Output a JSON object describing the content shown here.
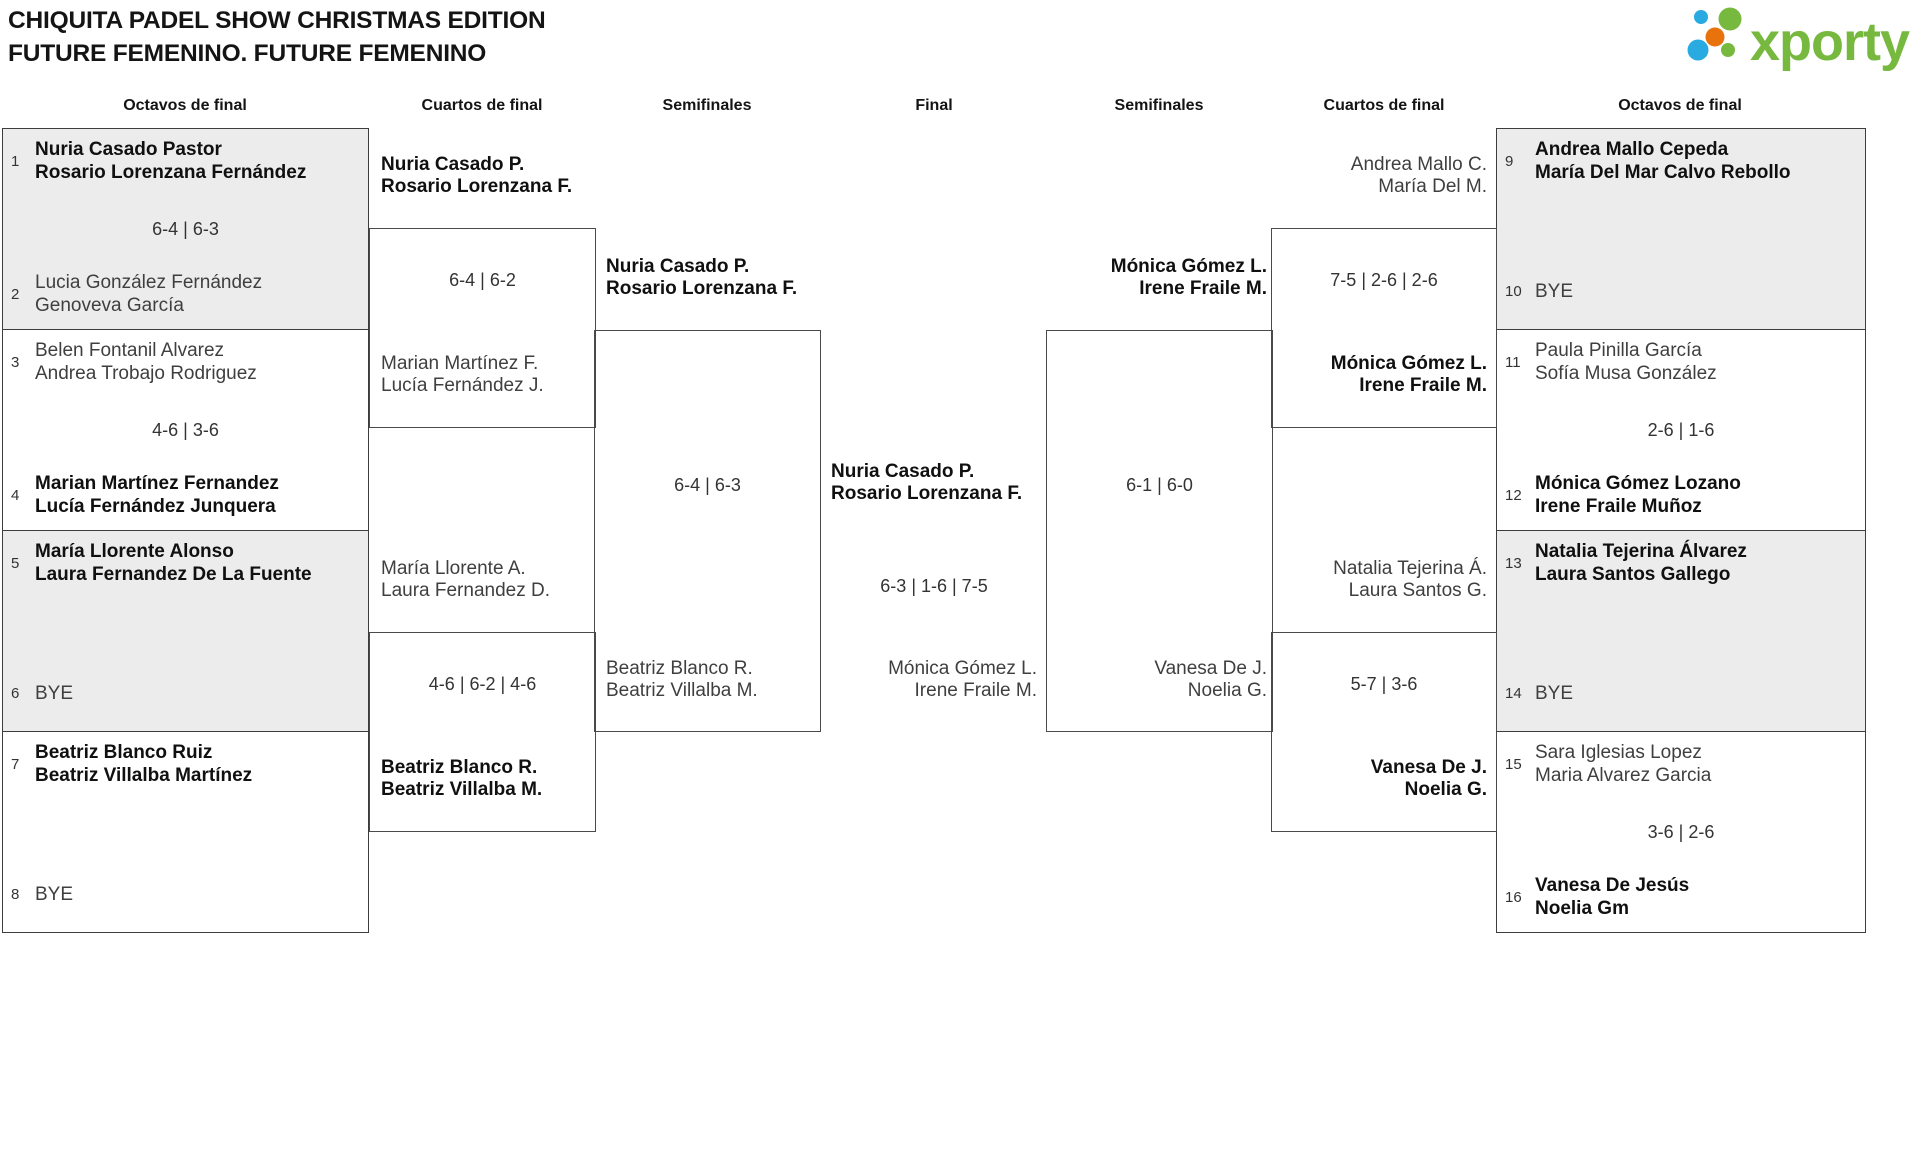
{
  "meta": {
    "title_line1": "CHIQUITA PADEL SHOW CHRISTMAS EDITION",
    "title_line2": "FUTURE FEMENINO. FUTURE FEMENINO"
  },
  "logo": {
    "brand": "xporty",
    "green": "#76b93e",
    "blue": "#29abe2",
    "orange": "#e8720c"
  },
  "headers": {
    "c1": "Octavos de final",
    "c2": "Cuartos de final",
    "c3": "Semifinales",
    "c4": "Final",
    "c5": "Semifinales",
    "c6": "Cuartos de final",
    "c7": "Octavos de final"
  },
  "r16_left": {
    "m1": {
      "seed_a": "1",
      "a1": "Nuria Casado Pastor",
      "a2": "Rosario Lorenzana Fernández",
      "score": "6-4 | 6-3",
      "seed_b": "2",
      "b1": "Lucia González Fernández",
      "b2": "Genoveva García"
    },
    "m2": {
      "seed_a": "3",
      "a1": "Belen Fontanil Alvarez",
      "a2": "Andrea Trobajo Rodriguez",
      "score": "4-6 | 3-6",
      "seed_b": "4",
      "b1": "Marian Martínez Fernandez",
      "b2": "Lucía Fernández Junquera"
    },
    "m3": {
      "seed_a": "5",
      "a1": "María Llorente Alonso",
      "a2": "Laura Fernandez De La Fuente",
      "score": "",
      "seed_b": "6",
      "b1": "BYE"
    },
    "m4": {
      "seed_a": "7",
      "a1": "Beatriz Blanco Ruiz",
      "a2": "Beatriz Villalba Martínez",
      "score": "",
      "seed_b": "8",
      "b1": "BYE"
    }
  },
  "r16_right": {
    "m1": {
      "seed_a": "9",
      "a1": "Andrea Mallo Cepeda",
      "a2": "María Del Mar Calvo Rebollo",
      "score": "",
      "seed_b": "10",
      "b1": "BYE"
    },
    "m2": {
      "seed_a": "11",
      "a1": "Paula Pinilla García",
      "a2": "Sofía Musa González",
      "score": "2-6 | 1-6",
      "seed_b": "12",
      "b1": "Mónica Gómez Lozano",
      "b2": "Irene Fraile Muñoz"
    },
    "m3": {
      "seed_a": "13",
      "a1": "Natalia Tejerina Álvarez",
      "a2": "Laura Santos Gallego",
      "score": "",
      "seed_b": "14",
      "b1": "BYE"
    },
    "m4": {
      "seed_a": "15",
      "a1": "Sara Iglesias Lopez",
      "a2": "Maria Alvarez Garcia",
      "score": "3-6 | 2-6",
      "seed_b": "16",
      "b1": "Vanesa De Jesús",
      "b2": "Noelia Gm"
    }
  },
  "qf_left": {
    "m1": {
      "a1": "Nuria Casado P.",
      "a2": "Rosario Lorenzana F.",
      "score": "6-4 | 6-2",
      "b1": "Marian Martínez F.",
      "b2": "Lucía Fernández J."
    },
    "m2": {
      "a1": "María Llorente A.",
      "a2": "Laura Fernandez D.",
      "score": "4-6 | 6-2 | 4-6",
      "b1": "Beatriz Blanco R.",
      "b2": "Beatriz Villalba M."
    }
  },
  "qf_right": {
    "m1": {
      "a1": "Andrea Mallo C.",
      "a2": "María Del M.",
      "score": "7-5 | 2-6 | 2-6",
      "b1": "Mónica Gómez L.",
      "b2": "Irene Fraile M."
    },
    "m2": {
      "a1": "Natalia Tejerina Á.",
      "a2": "Laura Santos G.",
      "score": "5-7 | 3-6",
      "b1": "Vanesa De J.",
      "b2": "Noelia G."
    }
  },
  "sf_left": {
    "a1": "Nuria Casado P.",
    "a2": "Rosario Lorenzana F.",
    "score": "6-4 | 6-3",
    "b1": "Beatriz Blanco R.",
    "b2": "Beatriz Villalba M."
  },
  "sf_right": {
    "a1": "Mónica Gómez L.",
    "a2": "Irene Fraile M.",
    "score": "6-1 | 6-0",
    "b1": "Vanesa De J.",
    "b2": "Noelia G."
  },
  "final": {
    "w1": "Nuria Casado P.",
    "w2": "Rosario Lorenzana F.",
    "score": "6-3 | 1-6 | 7-5",
    "l1": "Mónica Gómez L.",
    "l2": "Irene Fraile M."
  }
}
